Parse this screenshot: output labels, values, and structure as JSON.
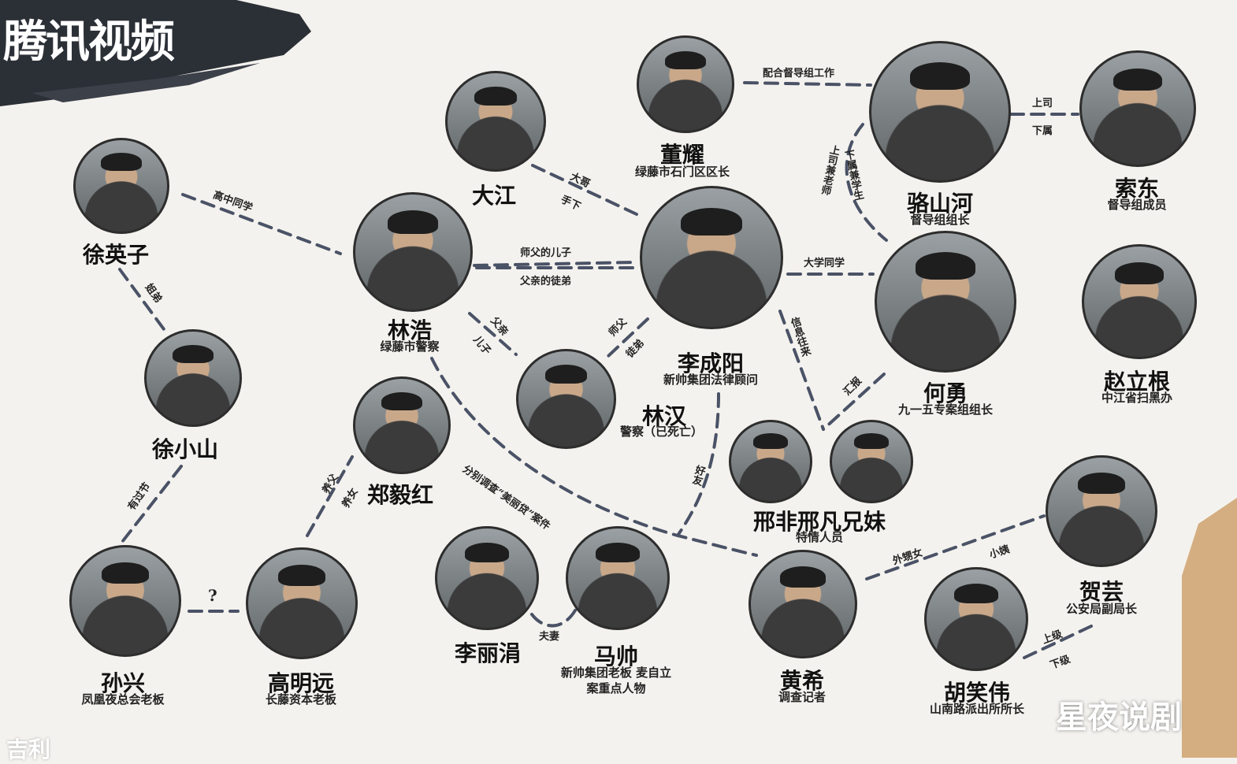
{
  "logo": {
    "text": "腾讯视频"
  },
  "watermarks": {
    "bottom_right": "星夜说剧",
    "bottom_left": "吉利"
  },
  "people": [
    {
      "id": "suoying",
      "name": "徐英子",
      "role": ""
    },
    {
      "id": "dajiang",
      "name": "大江",
      "role": ""
    },
    {
      "id": "dongyao",
      "name": "董耀",
      "role": "绿藤市石门区区长"
    },
    {
      "id": "luoshanhe",
      "name": "骆山河",
      "role": "督导组组长"
    },
    {
      "id": "suodong",
      "name": "索东",
      "role": "督导组成员"
    },
    {
      "id": "linhao",
      "name": "林浩",
      "role": "绿藤市警察"
    },
    {
      "id": "lichengyang",
      "name": "李成阳",
      "role": "新帅集团法律顾问"
    },
    {
      "id": "heyong",
      "name": "何勇",
      "role": "九一五专案组组长"
    },
    {
      "id": "zhaoligen",
      "name": "赵立根",
      "role": "中江省扫黑办"
    },
    {
      "id": "xuxiaoshan",
      "name": "徐小山",
      "role": ""
    },
    {
      "id": "linhan",
      "name": "林汉",
      "role": "警察（已死亡）"
    },
    {
      "id": "zhengyihong",
      "name": "郑毅红",
      "role": ""
    },
    {
      "id": "xingfei",
      "name": "邢非邢凡兄妹",
      "role": "特情人员"
    },
    {
      "id": "sunxing",
      "name": "孙兴",
      "role": "凤凰夜总会老板"
    },
    {
      "id": "gaomingyuan",
      "name": "高明远",
      "role": "长藤资本老板"
    },
    {
      "id": "lilijuan",
      "name": "李丽涓",
      "role": ""
    },
    {
      "id": "mashuai",
      "name": "马帅",
      "role": "新帅集团老板 麦自立案重点人物"
    },
    {
      "id": "huangxi",
      "name": "黄希",
      "role": "调查记者"
    },
    {
      "id": "heyun",
      "name": "贺芸",
      "role": "公安局副局长"
    },
    {
      "id": "huxiaowei",
      "name": "胡笑伟",
      "role": "山南路派出所所长"
    }
  ],
  "relations": [
    {
      "id": "r1",
      "labels": [
        "高中同学"
      ]
    },
    {
      "id": "r2",
      "labels": [
        "姐弟"
      ]
    },
    {
      "id": "r3",
      "labels": [
        "有过节"
      ]
    },
    {
      "id": "r4",
      "labels": [
        "?"
      ]
    },
    {
      "id": "r5",
      "labels": [
        "养父",
        "养女"
      ]
    },
    {
      "id": "r6",
      "labels": [
        "大哥",
        "手下"
      ]
    },
    {
      "id": "r7",
      "labels": [
        "配合督导组工作"
      ]
    },
    {
      "id": "r8",
      "labels": [
        "上司",
        "下属"
      ]
    },
    {
      "id": "r9",
      "labels": [
        "上司兼老师",
        "下属兼学生"
      ]
    },
    {
      "id": "r10",
      "labels": [
        "师父的儿子",
        "父亲的徒弟"
      ]
    },
    {
      "id": "r11",
      "labels": [
        "父亲",
        "儿子"
      ]
    },
    {
      "id": "r12",
      "labels": [
        "师父",
        "徒弟"
      ]
    },
    {
      "id": "r13",
      "labels": [
        "大学同学"
      ]
    },
    {
      "id": "r14",
      "labels": [
        "信息往来"
      ]
    },
    {
      "id": "r15",
      "labels": [
        "汇报"
      ]
    },
    {
      "id": "r16",
      "labels": [
        "好友"
      ]
    },
    {
      "id": "r17",
      "labels": [
        "分别调查“美丽贷”案件"
      ]
    },
    {
      "id": "r18",
      "labels": [
        "夫妻"
      ]
    },
    {
      "id": "r19",
      "labels": [
        "外甥女",
        "小姨"
      ]
    },
    {
      "id": "r20",
      "labels": [
        "上级",
        "下级"
      ]
    }
  ],
  "colors": {
    "line": "#4a5266",
    "background": "#f4f2ee",
    "text": "#111111"
  }
}
